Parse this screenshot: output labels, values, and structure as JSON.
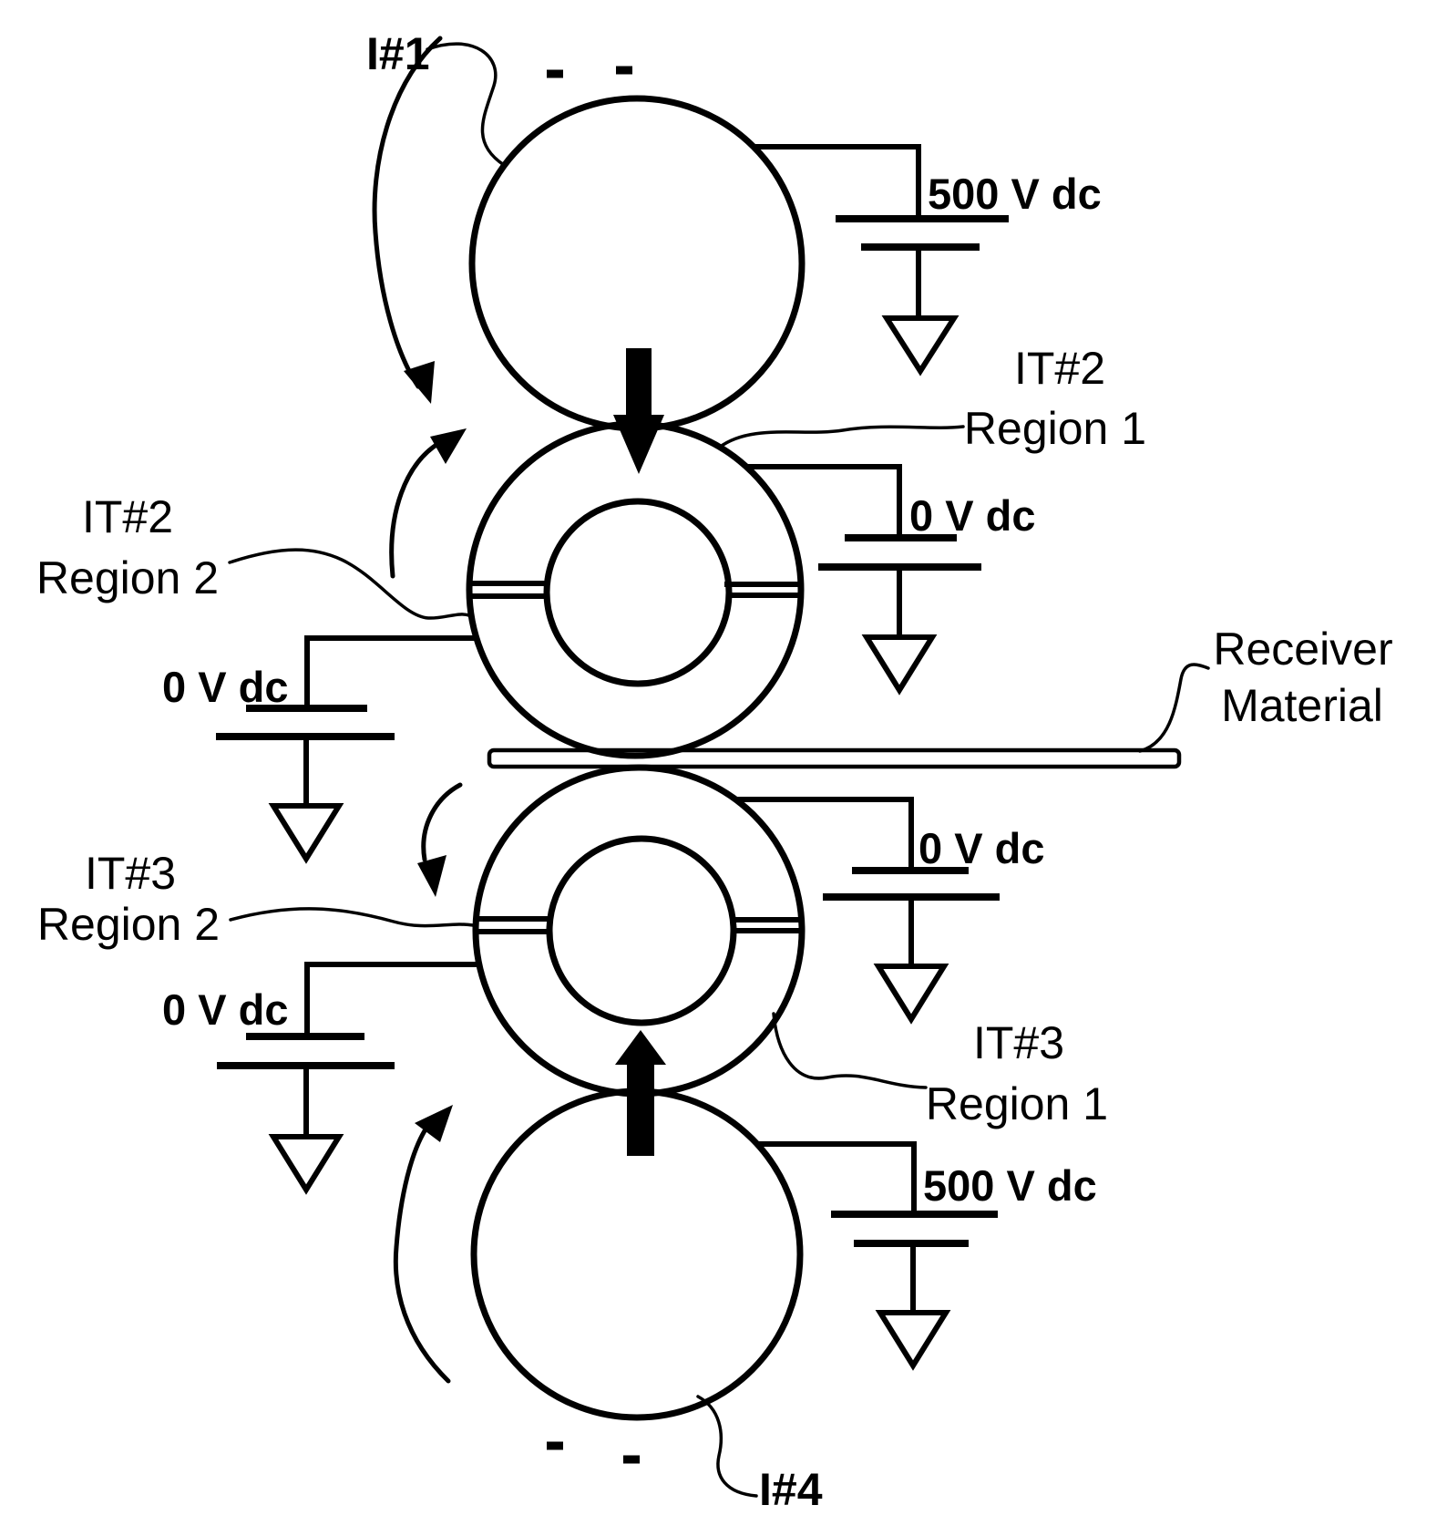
{
  "figure": {
    "rollers": {
      "i1": {
        "label": "I#1",
        "supply": "500 V dc"
      },
      "it2": {
        "label": "IT#2",
        "region1": {
          "name": "Region 1",
          "supply": "0 V dc"
        },
        "region2": {
          "name": "Region 2",
          "supply": "0 V dc"
        }
      },
      "it3": {
        "label": "IT#3",
        "region1": {
          "name": "Region 1",
          "supply": "0 V dc"
        },
        "region2": {
          "name": "Region 2",
          "supply": "0 V dc"
        }
      },
      "i4": {
        "label": "I#4",
        "supply": "500 V dc"
      }
    },
    "receiver": {
      "line1": "Receiver",
      "line2": "Material"
    },
    "colors": {
      "ink": "#000000",
      "paper": "#ffffff"
    }
  }
}
